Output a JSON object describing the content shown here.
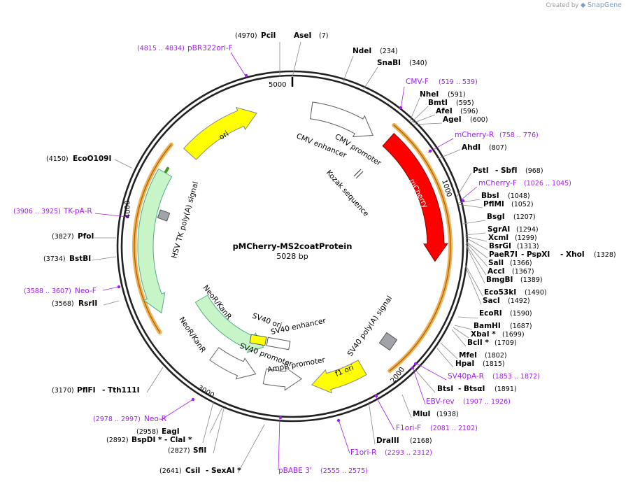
{
  "credit": {
    "prefix": "Created by",
    "brand": "SnapGene"
  },
  "plasmid": {
    "name": "pMCherry-MS2coatProtein",
    "length_label": "5028 bp"
  },
  "ticks": [
    "5000",
    "1000",
    "2000",
    "3000",
    "4000"
  ],
  "sites": [
    {
      "name": "PciI",
      "pos": "(4970)"
    },
    {
      "name": "AseI",
      "pos": "(7)"
    },
    {
      "name": "NdeI",
      "pos": "(234)"
    },
    {
      "name": "SnaBI",
      "pos": "(340)"
    },
    {
      "name": "NheI",
      "pos": "(591)"
    },
    {
      "name": "BmtI",
      "pos": "(595)"
    },
    {
      "name": "AfeI",
      "pos": "(596)"
    },
    {
      "name": "AgeI",
      "pos": "(600)"
    },
    {
      "name": "AhdI",
      "pos": "(807)"
    },
    {
      "name": "PstI",
      "pos": "(968)"
    },
    {
      "name": "BbsI",
      "pos": "(1048)"
    },
    {
      "name": "PflMI",
      "pos": "(1052)"
    },
    {
      "name": "BsgI",
      "pos": "(1207)"
    },
    {
      "name": "SgrAI",
      "pos": "(1294)"
    },
    {
      "name": "XcmI",
      "pos": "(1299)"
    },
    {
      "name": "BsrGI",
      "pos": "(1313)"
    },
    {
      "name": "SalI",
      "pos": "(1366)"
    },
    {
      "name": "AccI",
      "pos": "(1367)"
    },
    {
      "name": "BmgBI",
      "pos": "(1389)"
    },
    {
      "name": "Eco53kI",
      "pos": "(1490)"
    },
    {
      "name": "SacI",
      "pos": "(1492)"
    },
    {
      "name": "EcoRI",
      "pos": "(1590)"
    },
    {
      "name": "BamHI",
      "pos": "(1687)"
    },
    {
      "name": "XbaI *",
      "pos": "(1699)"
    },
    {
      "name": "BclI *",
      "pos": "(1709)"
    },
    {
      "name": "MfeI",
      "pos": "(1802)"
    },
    {
      "name": "HpaI",
      "pos": "(1815)"
    },
    {
      "name": "MluI",
      "pos": "(1938)"
    },
    {
      "name": "DraIII",
      "pos": "(2168)"
    },
    {
      "name": "EagI",
      "pos": "(2958)"
    },
    {
      "name": "SfiI",
      "pos": "(2827)"
    },
    {
      "name": "BstBI",
      "pos": "(3734)"
    },
    {
      "name": "PfoI",
      "pos": "(3827)"
    },
    {
      "name": "RsrII",
      "pos": "(3568)"
    },
    {
      "name": "EcoO109I",
      "pos": "(4150)"
    }
  ],
  "combo_sites": [
    {
      "a": "SbfI",
      "b": "",
      "pos": "(968)",
      "sep": "-"
    },
    {
      "a": "PaeR7I",
      "b": "PspXI",
      "c": "XhoI",
      "pos": "(1328)"
    },
    {
      "a": "BtsI",
      "b": "BtsαI",
      "pos": "(1891)"
    },
    {
      "a": "BspDI *",
      "b": "ClaI *",
      "pos": "(2892)"
    },
    {
      "a": "CsiI",
      "b": "SexAI *",
      "pos": "(2641)"
    },
    {
      "a": "PflFI",
      "b": "Tth111I",
      "pos": "(3170)"
    }
  ],
  "primers": [
    {
      "name": "pBR322ori-F",
      "range": "(4815 .. 4834)"
    },
    {
      "name": "CMV-F",
      "range": "(519 .. 539)"
    },
    {
      "name": "mCherry-R",
      "range": "(758 .. 776)"
    },
    {
      "name": "mCherry-F",
      "range": "(1026 .. 1045)"
    },
    {
      "name": "SV40pA-R",
      "range": "(1853 .. 1872)"
    },
    {
      "name": "EBV-rev",
      "range": "(1907 .. 1926)"
    },
    {
      "name": "F1ori-F",
      "range": "(2081 .. 2102)"
    },
    {
      "name": "F1ori-R",
      "range": "(2293 .. 2312)"
    },
    {
      "name": "pBABE 3'",
      "range": "(2555 .. 2575)"
    },
    {
      "name": "Neo-R",
      "range": "(2978 .. 2997)"
    },
    {
      "name": "Neo-F",
      "range": "(3588 .. 3607)"
    },
    {
      "name": "TK-pA-R",
      "range": "(3906 .. 3925)"
    }
  ],
  "features": {
    "cmv_enhancer": "CMV enhancer",
    "cmv_promoter": "CMV promoter",
    "kozak": "Kozak sequence",
    "mcherry": "mCherry",
    "sv40_polya": "SV40 poly(A) signal",
    "f1_ori": "f1 ori",
    "ampr_promoter": "AmpR promoter",
    "sv40_promoter": "SV40 promoter",
    "sv40_enhancer": "SV40 enhancer",
    "sv40_ori": "SV40 ori",
    "neor_inner": "NeoR/KanR",
    "neor_outer": "NeoR/KanR",
    "hsv_tk": "HSV TK poly(A) signal",
    "ori": "ori"
  },
  "colors": {
    "ring": "#222222",
    "primer": "#a020f0",
    "mcherry": "#ff0000",
    "ori": "#ffff00",
    "neor": "#c8f5c8",
    "orange_band": "#f0b050",
    "green_band": "#3a9a1a",
    "grey_box": "#a0a4a8"
  }
}
